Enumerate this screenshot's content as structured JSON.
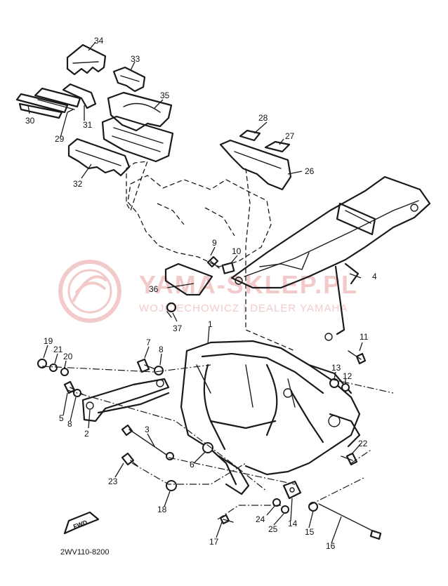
{
  "drawing_code": "2WV110-8200",
  "fwd_label": "FWD",
  "watermark": {
    "line1": "YAMA-SKLEP.PL",
    "line2": "WOJCIECHOWICZ | DEALER YAMAHA",
    "color": "#e8a0a0"
  },
  "callouts": [
    {
      "id": "34",
      "text": "34"
    },
    {
      "id": "33",
      "text": "33"
    },
    {
      "id": "35",
      "text": "35"
    },
    {
      "id": "30",
      "text": "30"
    },
    {
      "id": "29",
      "text": "29"
    },
    {
      "id": "31",
      "text": "31"
    },
    {
      "id": "32",
      "text": "32"
    },
    {
      "id": "28",
      "text": "28"
    },
    {
      "id": "27",
      "text": "27"
    },
    {
      "id": "26",
      "text": "26"
    },
    {
      "id": "9",
      "text": "9"
    },
    {
      "id": "10",
      "text": "10"
    },
    {
      "id": "36",
      "text": "36"
    },
    {
      "id": "37",
      "text": "37"
    },
    {
      "id": "4",
      "text": "4"
    },
    {
      "id": "1",
      "text": "1"
    },
    {
      "id": "11",
      "text": "11"
    },
    {
      "id": "19",
      "text": "19"
    },
    {
      "id": "21",
      "text": "21"
    },
    {
      "id": "20",
      "text": "20"
    },
    {
      "id": "7",
      "text": "7"
    },
    {
      "id": "8a",
      "text": "8"
    },
    {
      "id": "13",
      "text": "13"
    },
    {
      "id": "12",
      "text": "12"
    },
    {
      "id": "5",
      "text": "5"
    },
    {
      "id": "8b",
      "text": "8"
    },
    {
      "id": "2",
      "text": "2"
    },
    {
      "id": "3",
      "text": "3"
    },
    {
      "id": "6",
      "text": "6"
    },
    {
      "id": "22",
      "text": "22"
    },
    {
      "id": "23",
      "text": "23"
    },
    {
      "id": "18",
      "text": "18"
    },
    {
      "id": "24",
      "text": "24"
    },
    {
      "id": "14",
      "text": "14"
    },
    {
      "id": "25",
      "text": "25"
    },
    {
      "id": "15",
      "text": "15"
    },
    {
      "id": "17",
      "text": "17"
    },
    {
      "id": "16",
      "text": "16"
    }
  ]
}
